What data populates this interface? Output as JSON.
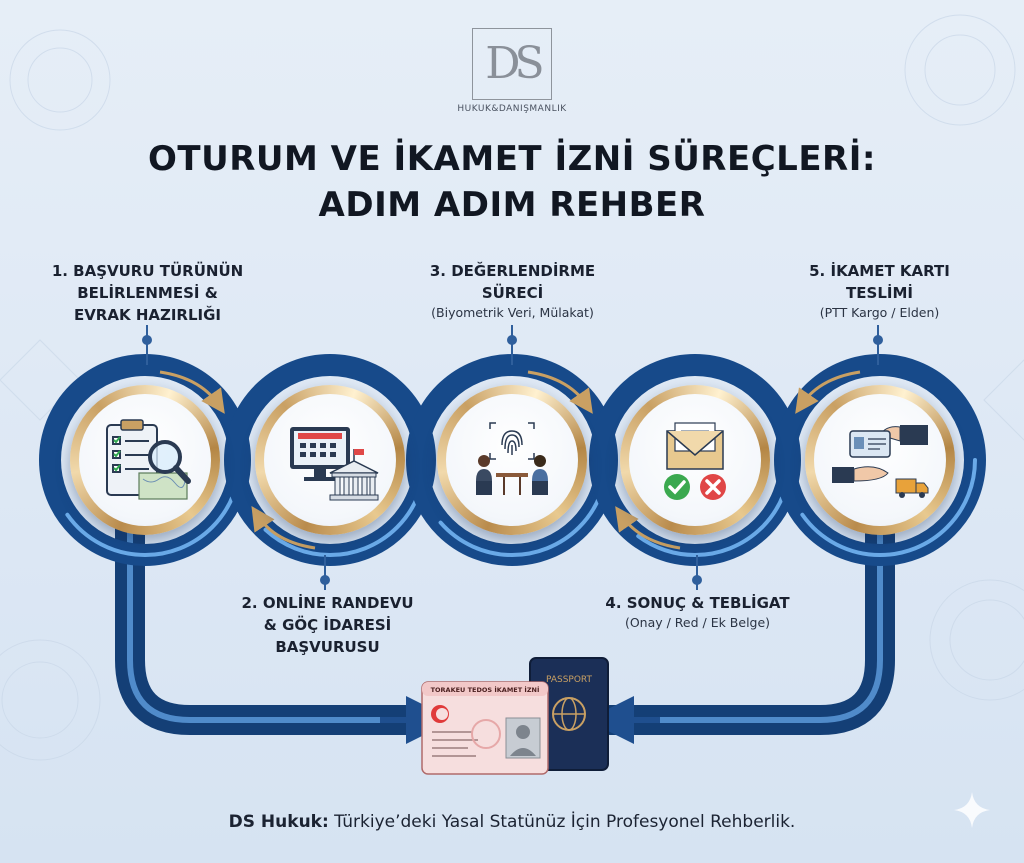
{
  "brand": {
    "logo_letters": "DS",
    "logo_subtitle": "HUKUK&DANIŞMANLIK"
  },
  "title": {
    "line1": "OTURUM VE İKAMET İZNİ SÜREÇLERİ:",
    "line2": "ADIM ADIM REHBER"
  },
  "steps": [
    {
      "lines": [
        "1. BAŞVURU TÜRÜNÜN",
        "BELİRLENMESİ &",
        "EVRAK HAZIRLIĞI"
      ],
      "sub": "",
      "icon": "clipboard-checklist-magnifier-icon"
    },
    {
      "lines": [
        "2. ONLİNE RANDEVU",
        "& GÖÇ İDARESİ",
        "BAŞVURUSU"
      ],
      "sub": "",
      "icon": "calendar-computer-building-icon"
    },
    {
      "lines": [
        "3. DEĞERLENDİRME",
        "SÜRECİ"
      ],
      "sub": "(Biyometrik Veri, Mülakat)",
      "icon": "fingerprint-interview-icon"
    },
    {
      "lines": [
        "4. SONUÇ & TEBLİGAT"
      ],
      "sub": "(Onay / Red / Ek Belge)",
      "icon": "envelope-approve-reject-icon"
    },
    {
      "lines": [
        "5. İKAMET KARTI",
        "TESLİMİ"
      ],
      "sub": "(PTT Kargo / Elden)",
      "icon": "card-handover-delivery-icon"
    }
  ],
  "documents": {
    "card_title": "TORAKEU TEDOS İKAMET İZNİ",
    "passport_label": "PASSPORT"
  },
  "footer": {
    "brand": "DS Hukuk:",
    "text": " Türkiye’deki Yasal Statünüz İçin Profesyonel Rehberlik."
  },
  "colors": {
    "track_dark": "#1d4a86",
    "track_light": "#4f93d8",
    "gold": "#c9a063",
    "background": "#e1eaf5"
  }
}
